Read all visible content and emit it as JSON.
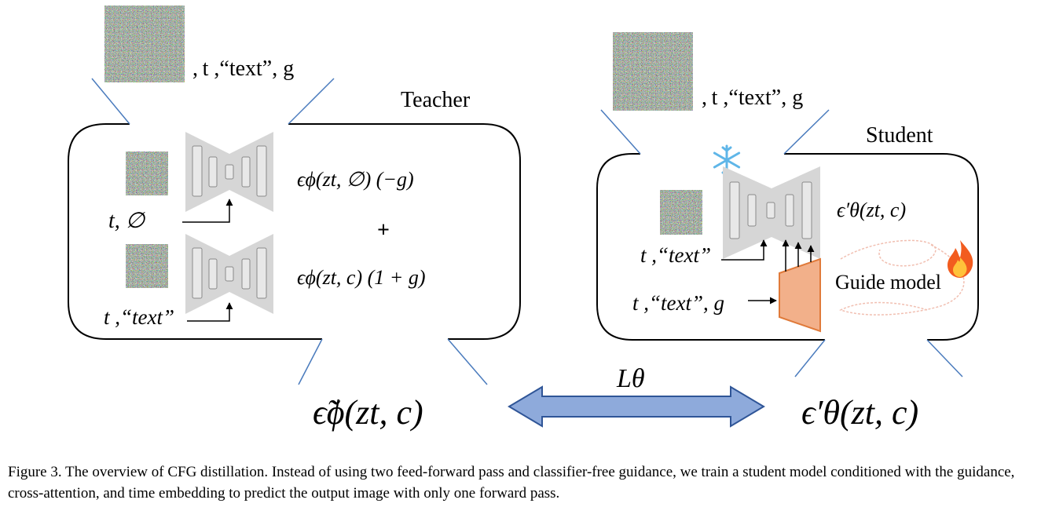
{
  "teacher": {
    "label": "Teacher",
    "input_text": ", t ,“text”, g",
    "uncond_label": "t, ∅",
    "cond_label": "t ,“text”",
    "uncond_formula": "ϵϕ(zt, ∅) (−g)",
    "cond_formula": "ϵϕ(zt, c) (1 + g)",
    "plus": "+",
    "output_formula": "ϵ̃ϕ(zt, c)"
  },
  "student": {
    "label": "Student",
    "input_text": ", t ,“text”, g",
    "unet_label": "t ,“text”",
    "guide_input": "t ,“text”, g",
    "guide_label": "Guide model",
    "formula": "ϵ′θ(zt, c)",
    "output_formula": "ϵ′θ(zt, c)",
    "frozen_icon": "snowflake-icon",
    "trainable_icon": "fire-icon"
  },
  "loss_label": "Lθ",
  "caption": {
    "figure_label": "Figure 3.",
    "text": "The overview of CFG distillation. Instead of using two feed-forward pass and classifier-free guidance, we train a student model conditioned with the guidance, cross-attention, and time embedding to predict the output image with only one forward pass."
  },
  "colors": {
    "unet_fill": "#d6d6d6",
    "unet_block": "#9a9a9a",
    "guide_fill": "#f2b08a",
    "guide_stroke": "#e07a3a",
    "arrow_fill": "#8eaadb",
    "arrow_stroke": "#2f5597",
    "callout_line": "#4a7bbd"
  }
}
